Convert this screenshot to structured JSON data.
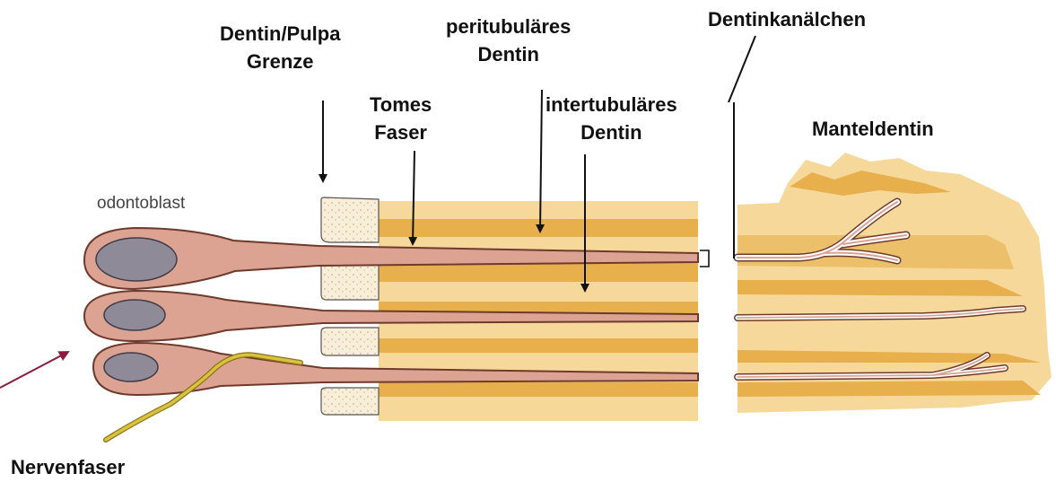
{
  "diagram": {
    "labels": {
      "dentin_pulpa_grenze": [
        "Dentin/Pulpa",
        "Grenze"
      ],
      "peritubulaeres_dentin": [
        "peritubuläres",
        "Dentin"
      ],
      "tomes_faser": [
        "Tomes",
        "Faser"
      ],
      "intertubulaeres_dentin": [
        "intertubuläres",
        "Dentin"
      ],
      "dentinkanaelchen": "Dentinkanälchen",
      "manteldentin": "Manteldentin",
      "odontoblast": "odontoblast",
      "nervenfaser": "Nervenfaser"
    },
    "colors": {
      "dentin_light": "#f6d99a",
      "dentin_band": "#e8b04c",
      "predentin": "#f4e8cf",
      "cell": "#dca393",
      "cell_outline": "#6e3a2c",
      "nucleus": "#8e8a98",
      "nerve": "#d9c23f",
      "nerve_arrow": "#8b1a3c",
      "arrow": "#111111"
    }
  }
}
